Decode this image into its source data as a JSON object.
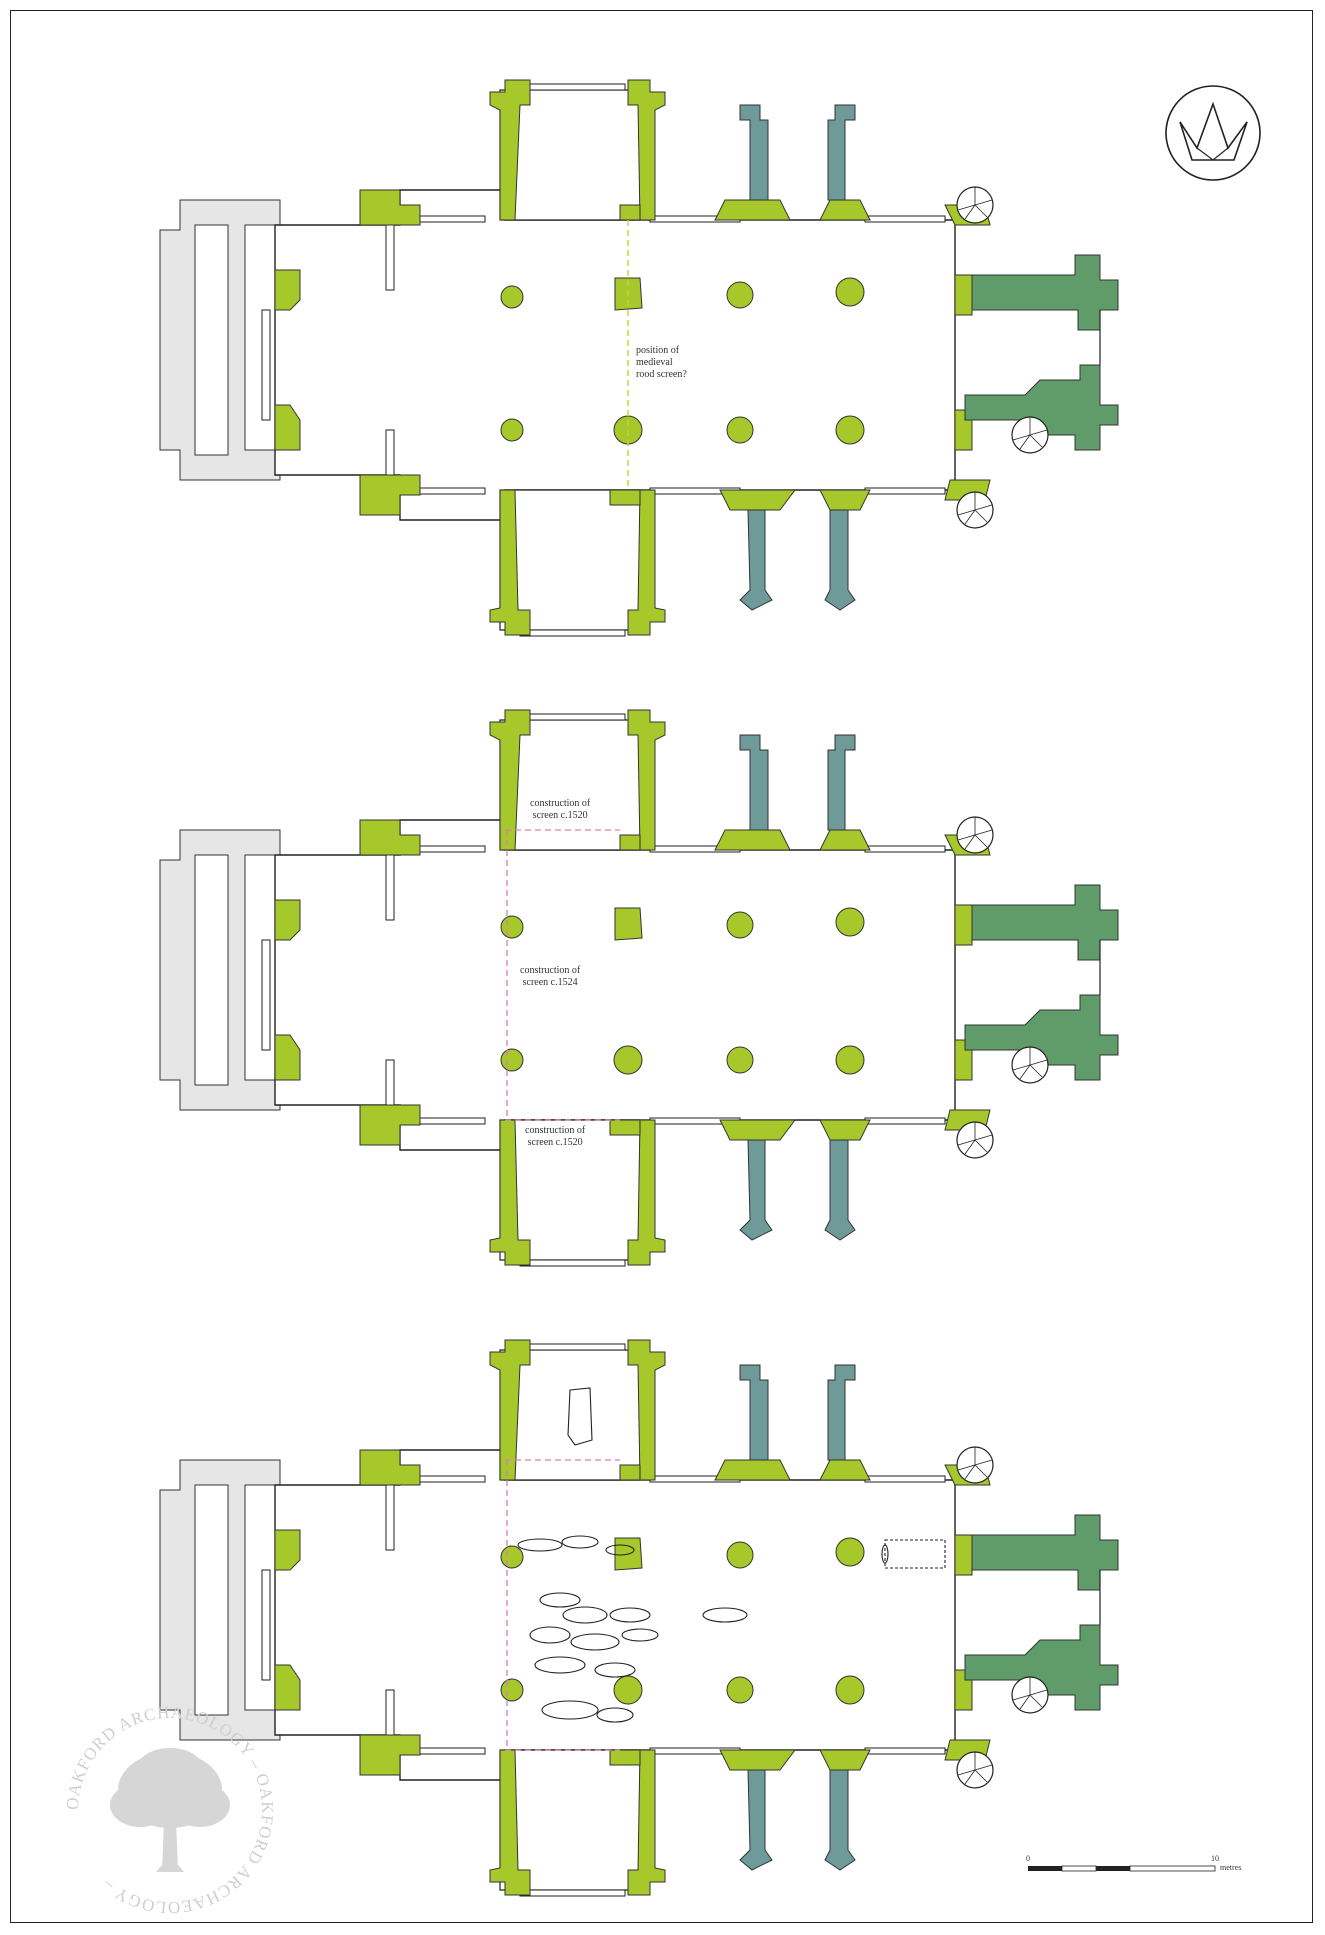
{
  "annotations": {
    "plan1_rood": [
      "position of",
      "medieval",
      "rood screen?"
    ],
    "plan2_north": [
      "construction of",
      "screen c.1520"
    ],
    "plan2_middle": [
      "construction of",
      "screen c.1524"
    ],
    "plan2_south": [
      "construction of",
      "screen c.1520"
    ]
  },
  "watermark": {
    "text": "OAKFORD ARCHAEOLOGY – OAKFORD ARCHAEOLOGY –"
  },
  "scale": {
    "start": "0",
    "end": "10",
    "unit": "metres"
  },
  "colors": {
    "lime": "#a6c82a",
    "blue_grey": "#6e9a99",
    "green": "#5f9c6a",
    "light_grey": "#e6e6e6",
    "rood_line": "#c8d23a",
    "screen_line": "#d97fb5"
  },
  "icons": {
    "north_arrow": "north-arrow-icon",
    "watermark_tree": "oak-tree-icon"
  }
}
